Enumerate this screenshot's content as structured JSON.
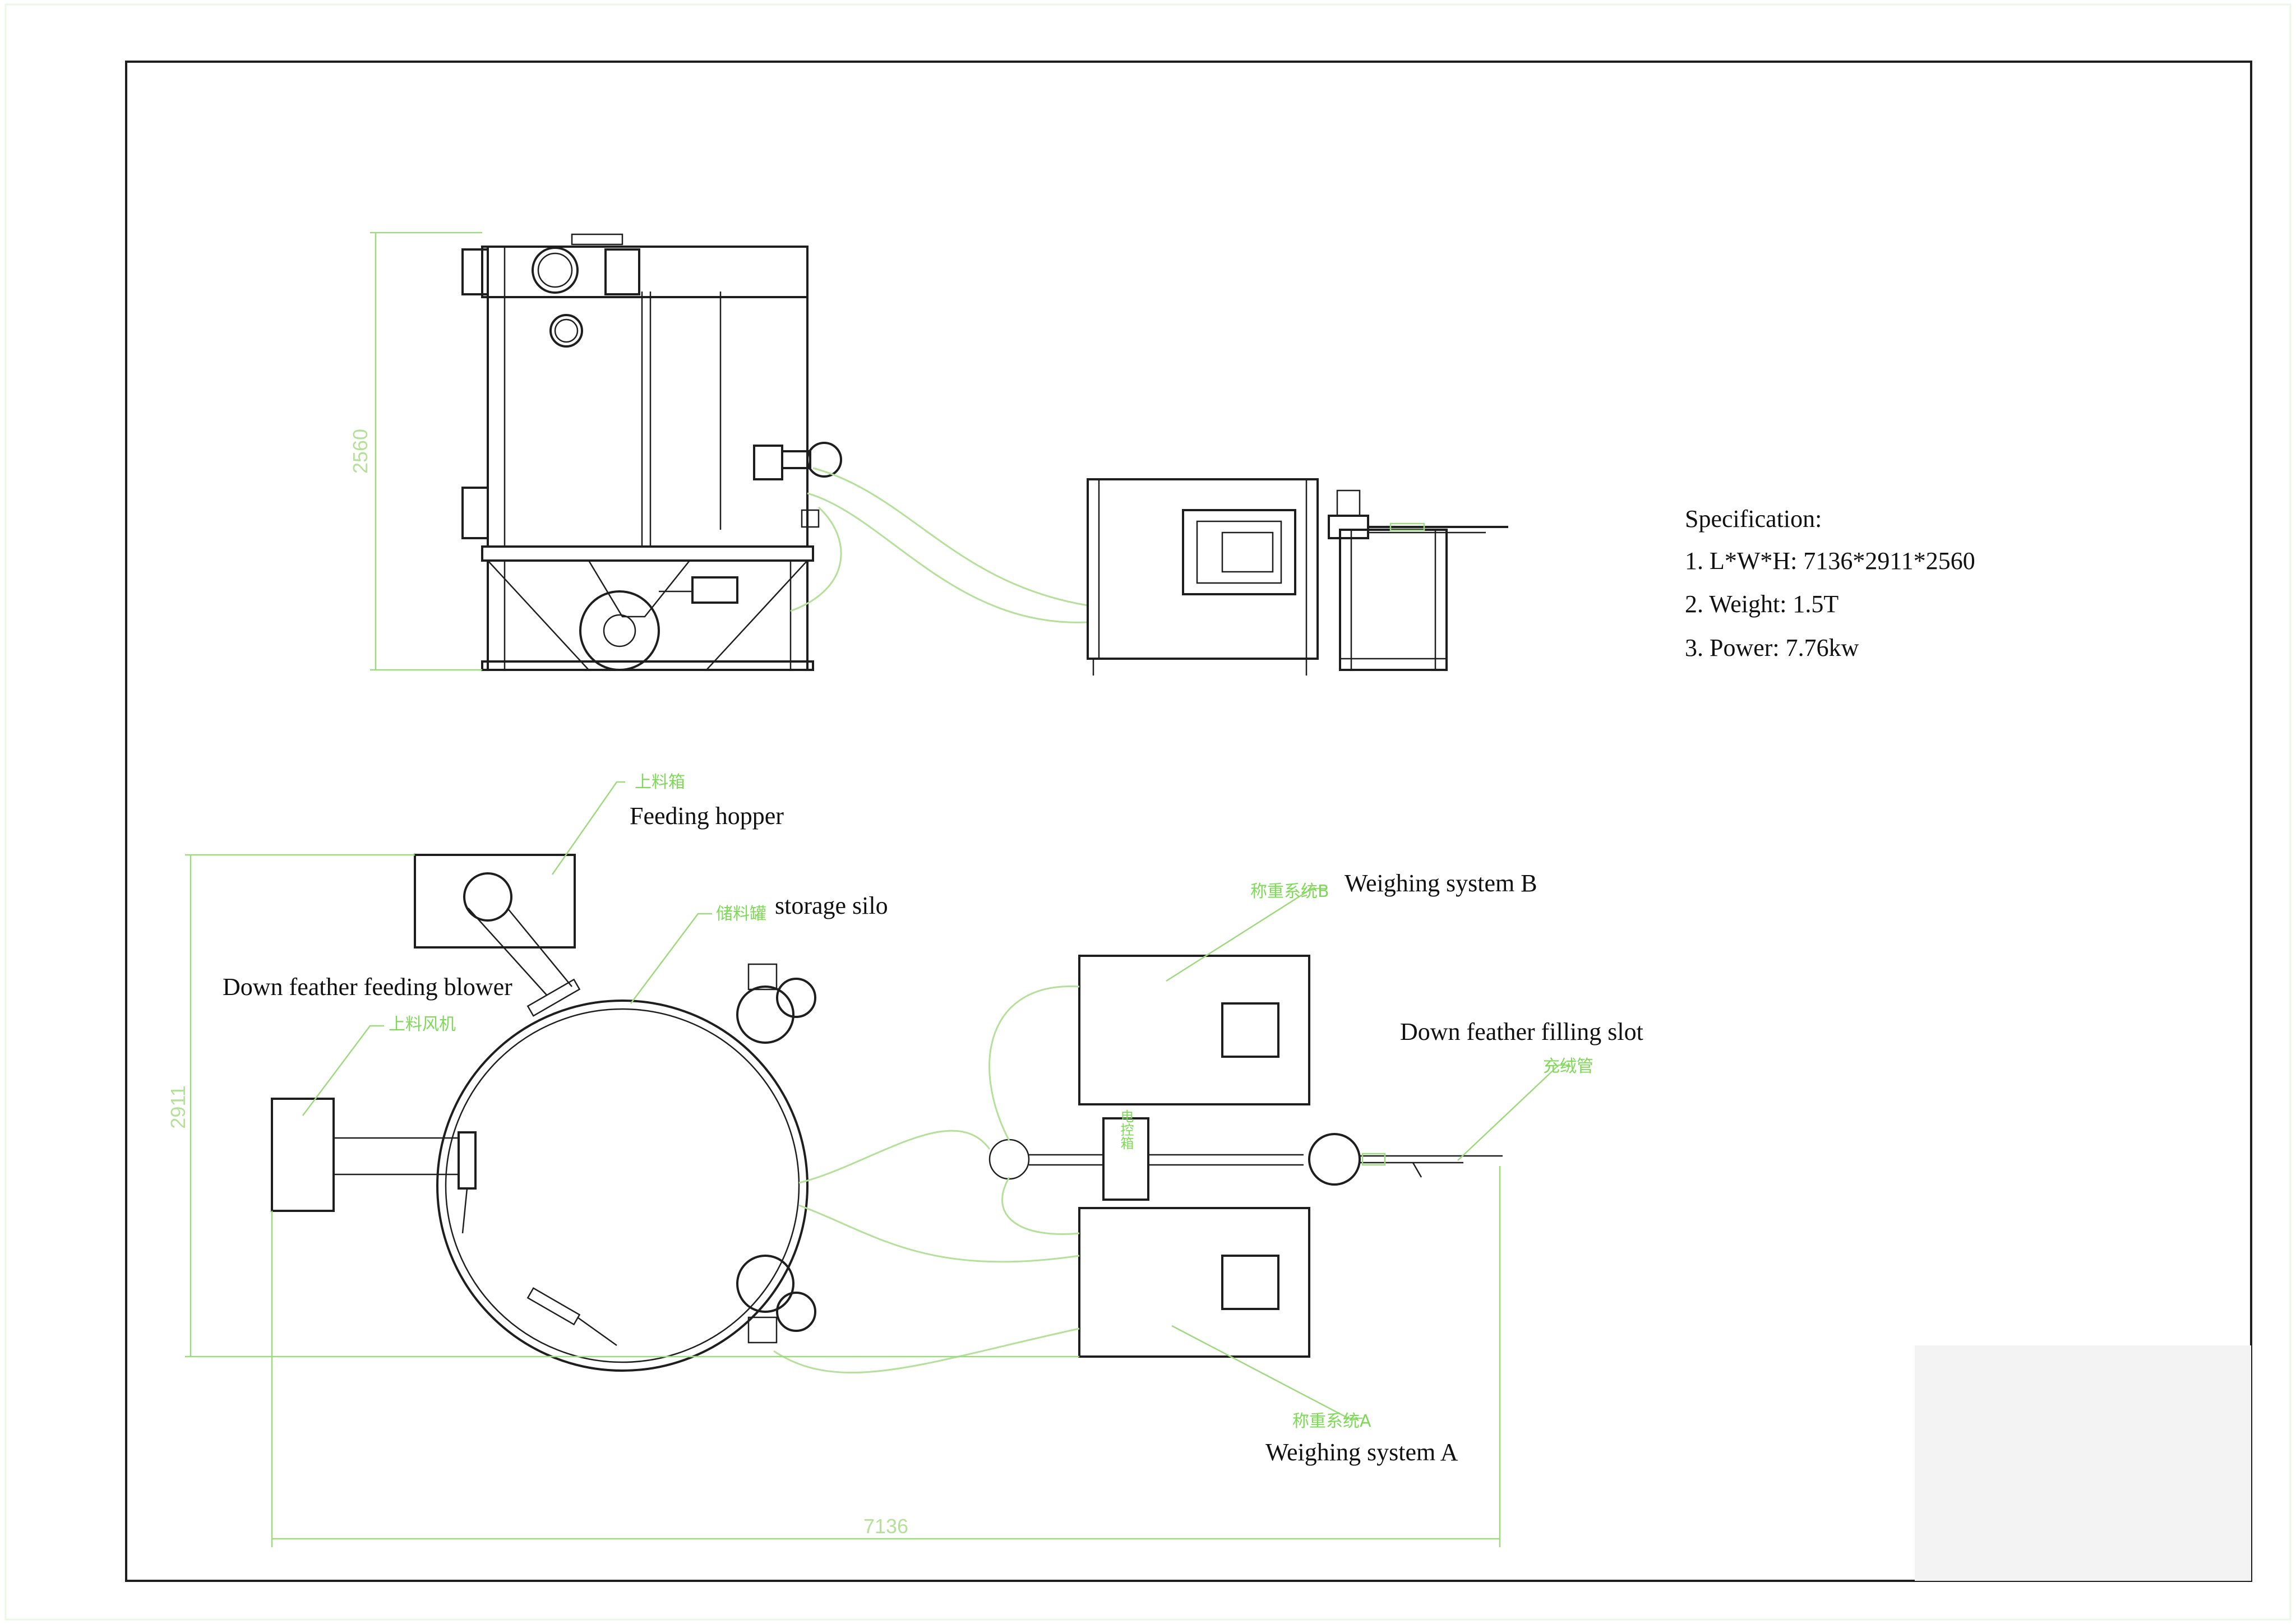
{
  "specification": {
    "title": "Specification:",
    "items": [
      "1. L*W*H: 7136*2911*2560",
      "2. Weight: 1.5T",
      "3. Power: 7.76kw"
    ]
  },
  "dimensions": {
    "height": "2560",
    "width": "2911",
    "length": "7136"
  },
  "labels": {
    "feeding_hopper_cn": "上料箱",
    "feeding_hopper_en": "Feeding hopper",
    "storage_silo_cn": "储料罐",
    "storage_silo_en": "storage silo",
    "blower_en": "Down feather feeding blower",
    "blower_cn": "上料风机",
    "weighing_b_cn": "称重系统B",
    "weighing_b_en": "Weighing system B",
    "filling_slot_en": "Down feather filling slot",
    "filling_pipe_cn": "充绒管",
    "control_box_cn": "电控箱",
    "weighing_a_cn": "称重系统A",
    "weighing_a_en": "Weighing system A"
  },
  "colors": {
    "line": "#1e1e1e",
    "annotation_green": "#7ed957",
    "dimension_green": "#b4e09a"
  }
}
